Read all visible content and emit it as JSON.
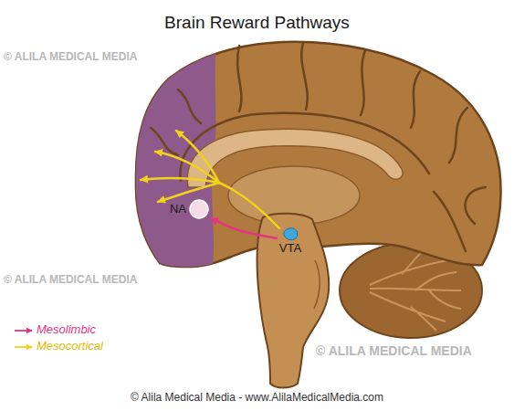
{
  "diagram": {
    "title": "Brain Reward Pathways",
    "caption": "© Alila Medical Media - www.AlilaMedicalMedia.com",
    "nodes": [
      {
        "text": [
          "NA"
        ]
      },
      {
        "text": [
          "VTA"
        ]
      }
    ],
    "edges": [
      {
        "from": 1,
        "to": 0,
        "arrow": "to"
      }
    ],
    "labels": [
      "© ALILA MEDICAL MEDIA",
      "© ALILA MEDICAL MEDIA",
      "© ALILA MEDICAL MEDIA"
    ],
    "legend": [
      {
        "text": "Mesolimbic"
      },
      {
        "text": "Mesocortical"
      }
    ]
  }
}
